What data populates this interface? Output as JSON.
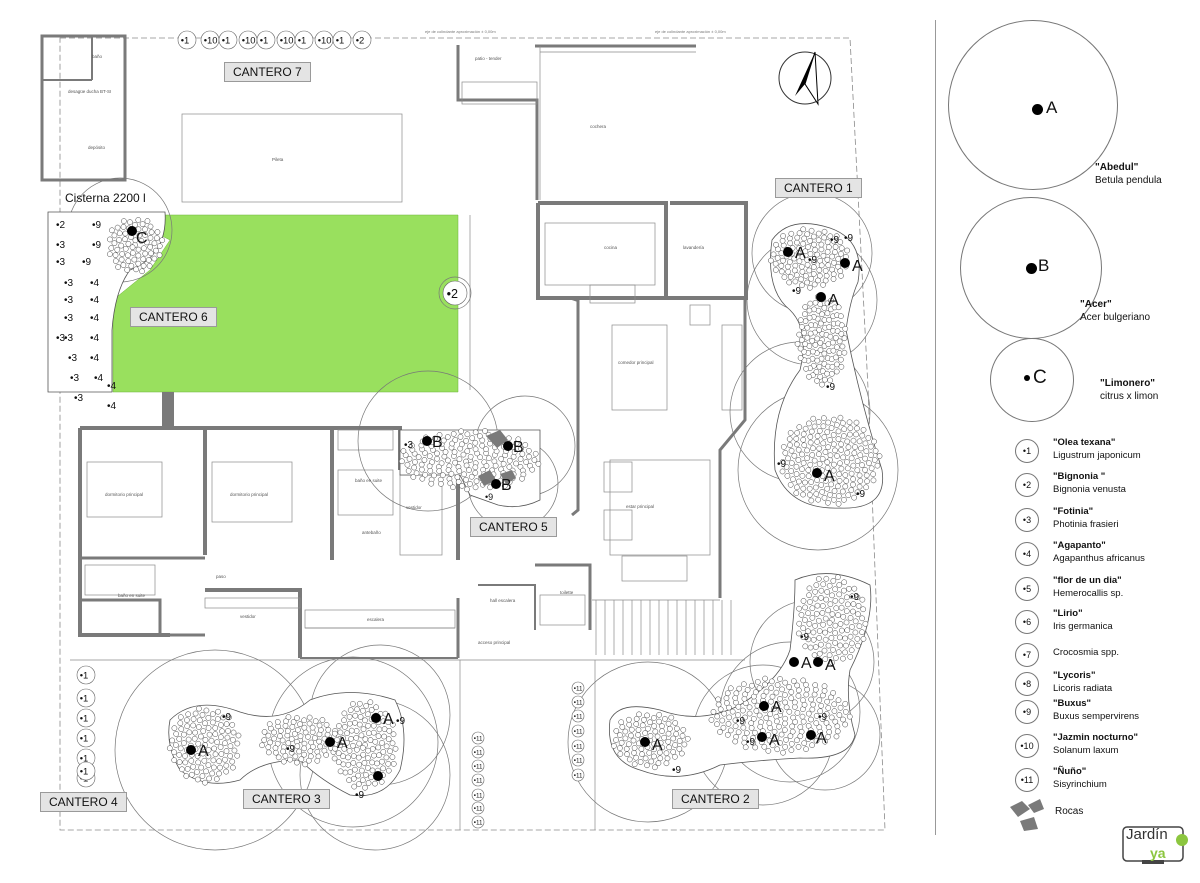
{
  "cisterna_label": "Cisterna 2200 l",
  "zones": {
    "c1": "CANTERO 1",
    "c2": "CANTERO 2",
    "c3": "CANTERO 3",
    "c4": "CANTERO 4",
    "c5": "CANTERO 5",
    "c6": "CANTERO 6",
    "c7": "CANTERO 7"
  },
  "rooms": {
    "pileta": "Pileta",
    "cochera": "cochera",
    "patio": "patio - tender",
    "cocina": "cocina",
    "lavanderia": "lavandería",
    "comedor": "comedor principal",
    "estar": "estar principal",
    "dorm1": "dormitorio principal",
    "dorm2": "dormitorio principal",
    "bano_suite": "baño en suite",
    "bano_suite2": "baño en suite",
    "antebano": "antebaño",
    "vestidor": "vestidor",
    "vestidor2": "vestidor",
    "paso": "paso",
    "escalera": "escalera",
    "hall": "hall escalera",
    "toilette": "toilette",
    "acceso": "acceso principal",
    "deposito": "depósito",
    "bano": "baño",
    "deposito_label": "desagüe ducha BT-SI",
    "dim_top1": "eje de colindante aproximación ± 0,00m",
    "dim_top2": "eje de colindante aproximación ± 0,00m"
  },
  "trees": [
    {
      "letter": "A",
      "common": "\"Abedul\"",
      "scientific": "Betula pendula"
    },
    {
      "letter": "B",
      "common": "\"Acer\"",
      "scientific": "Acer bulgeriano"
    },
    {
      "letter": "C",
      "common": "\"Limonero\"",
      "scientific": "citrus x limon"
    }
  ],
  "shrubs": [
    {
      "num": "1",
      "common": "\"Olea texana\"",
      "scientific": "Ligustrum japonicum"
    },
    {
      "num": "2",
      "common": "\"Bignonia \"",
      "scientific": "Bignonia venusta"
    },
    {
      "num": "3",
      "common": "\"Fotinia\"",
      "scientific": "Photinia frasieri"
    },
    {
      "num": "4",
      "common": "\"Agapanto\"",
      "scientific": "Agapanthus africanus"
    },
    {
      "num": "5",
      "common": "\"flor de un dia\"",
      "scientific": "Hemerocallis sp."
    },
    {
      "num": "6",
      "common": "\"Lirio\"",
      "scientific": "Iris germanica"
    },
    {
      "num": "7",
      "common": "",
      "scientific": "Crocosmia spp."
    },
    {
      "num": "8",
      "common": "\"Lycoris\"",
      "scientific": "Licoris radiata"
    },
    {
      "num": "9",
      "common": "\"Buxus\"",
      "scientific": "Buxus sempervirens"
    },
    {
      "num": "10",
      "common": "\"Jazmin nocturno\"",
      "scientific": "Solanum laxum"
    },
    {
      "num": "11",
      "common": "\"Ñuño\"",
      "scientific": "Sisyrinchium"
    }
  ],
  "rocks_label": "Rocas",
  "logo": {
    "text": "Jardín",
    "ya": "ya"
  },
  "colors": {
    "lawn": "#99e05e",
    "wall": "#7a7a7a",
    "rock": "#7a7a7a",
    "logo_green": "#8cc63f"
  },
  "plan_markers": {
    "c7_row": [
      "1",
      "10",
      "1",
      "10",
      "1",
      "10",
      "1",
      "10",
      "1",
      "2"
    ],
    "c4_col": [
      "1",
      "1",
      "1",
      "1",
      "1",
      "1",
      "1"
    ],
    "c11_col": [
      "11",
      "11",
      "11",
      "11",
      "11",
      "11",
      "11"
    ],
    "c11b_col": [
      "11",
      "11",
      "11",
      "11",
      "11",
      "11",
      "11"
    ],
    "c6_labels": [
      {
        "t": "2"
      },
      {
        "t": "9"
      },
      {
        "t": "3"
      },
      {
        "t": "9"
      },
      {
        "t": "3"
      },
      {
        "t": "3"
      },
      {
        "t": "9"
      },
      {
        "t": "3"
      },
      {
        "t": "4"
      },
      {
        "t": "3"
      },
      {
        "t": "4"
      },
      {
        "t": "3"
      },
      {
        "t": "4"
      },
      {
        "t": "3"
      },
      {
        "t": "4"
      },
      {
        "t": "3"
      },
      {
        "t": "4"
      },
      {
        "t": "3"
      },
      {
        "t": "4"
      },
      {
        "t": "3"
      },
      {
        "t": "4"
      },
      {
        "t": "4"
      }
    ],
    "lawn_marker": "2",
    "c5_labels": [
      "3",
      "9"
    ],
    "c1_nines": [
      "9",
      "9",
      "9",
      "9",
      "9",
      "9",
      "9"
    ],
    "c2_nines": [
      "9",
      "9",
      "9",
      "9",
      "9",
      "9"
    ],
    "c3_nines": [
      "9",
      "9",
      "9",
      "9"
    ],
    "tree_marks": [
      {
        "letter": "C"
      },
      {
        "letter": "A"
      },
      {
        "letter": "A"
      },
      {
        "letter": "A"
      },
      {
        "letter": "A"
      },
      {
        "letter": "A"
      },
      {
        "letter": "A"
      },
      {
        "letter": "A"
      },
      {
        "letter": "A"
      },
      {
        "letter": "A"
      },
      {
        "letter": "A"
      },
      {
        "letter": "A"
      },
      {
        "letter": "A"
      },
      {
        "letter": "A"
      },
      {
        "letter": "B"
      },
      {
        "letter": "B"
      },
      {
        "letter": "B"
      }
    ]
  }
}
